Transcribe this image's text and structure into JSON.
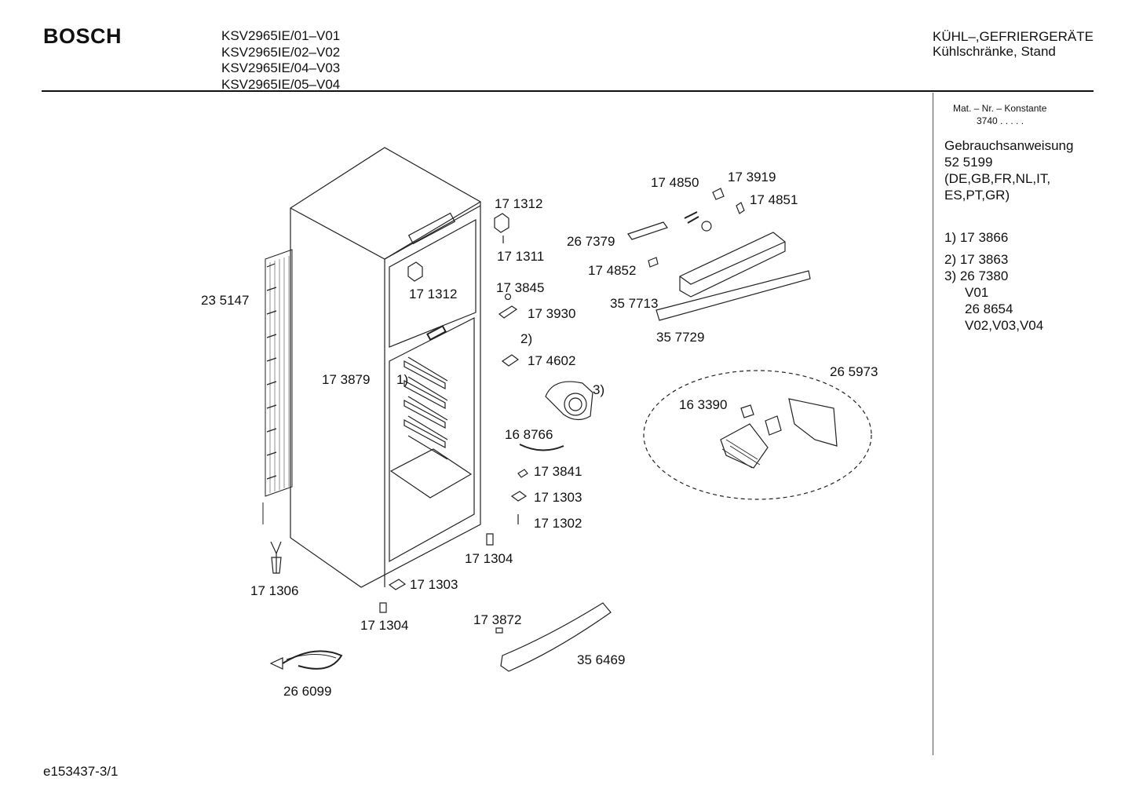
{
  "header": {
    "brand": "BOSCH",
    "models": [
      "KSV2965IE/01–V01",
      "KSV2965IE/02–V02",
      "KSV2965IE/04–V03",
      "KSV2965IE/05–V04"
    ],
    "category_line1": "KÜHL–,GEFRIERGERÄTE",
    "category_line2": "Kühlschränke, Stand"
  },
  "sidebar": {
    "mat_label": "Mat. – Nr. – Konstante",
    "mat_value": "3740  .  .  .  .  .",
    "manual_title": "Gebrauchsanweisung",
    "manual_number": "52 5199",
    "manual_langs_1": "(DE,GB,FR,NL,IT,",
    "manual_langs_2": "ES,PT,GR)",
    "note_1": "1) 17 3866",
    "note_2": "2) 17 3863",
    "note_3": "3)  26 7380",
    "note_3_v1": "V01",
    "note_3_p2": "26 8654",
    "note_3_v2": "V02,V03,V04"
  },
  "parts": {
    "p235147": "23 5147",
    "p171312a": "17 1312",
    "p171311": "17 1311",
    "p171312b": "17 1312",
    "p173845": "17 3845",
    "p173930": "17 3930",
    "ref2": "2)",
    "p174602": "17 4602",
    "p173879": "17 3879",
    "ref1": "1)",
    "ref3": "3)",
    "p168766": "16 8766",
    "p173841": "17 3841",
    "p171303a": "17 1303",
    "p171302": "17 1302",
    "p171304a": "17 1304",
    "p171306": "17 1306",
    "p171303b": "17 1303",
    "p171304b": "17 1304",
    "p266099": "26 6099",
    "p173872": "17 3872",
    "p356469": "35 6469",
    "p174850": "17 4850",
    "p173919": "17 3919",
    "p174851": "17 4851",
    "p267379": "26 7379",
    "p174852": "17 4852",
    "p357713": "35 7713",
    "p357729": "35 7729",
    "p265973": "26 5973",
    "p163390": "16 3390"
  },
  "footer": {
    "doc_id": "e153437-3/1"
  }
}
